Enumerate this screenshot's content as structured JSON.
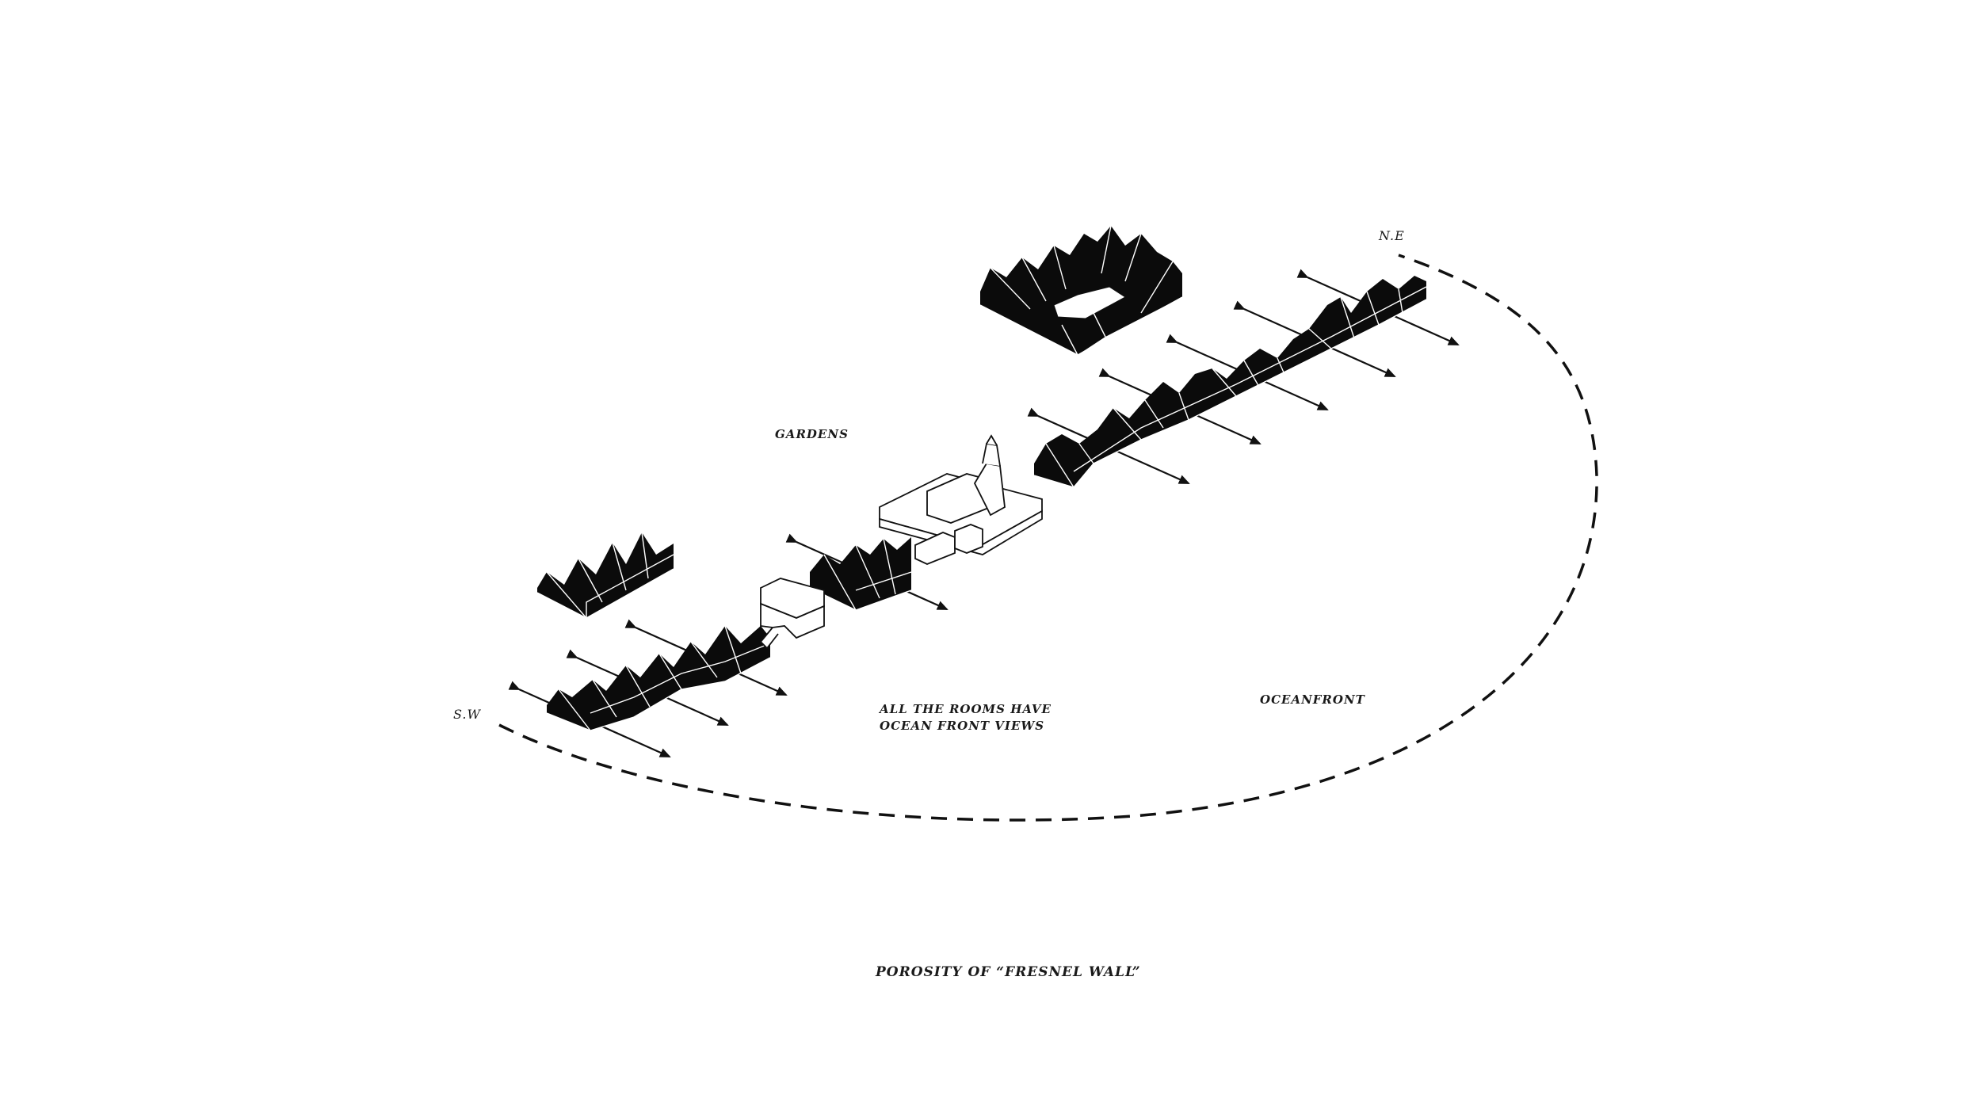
{
  "labels": {
    "gardens": "GARDENS",
    "rooms_line1": "ALL THE ROOMS HAVE",
    "rooms_line2": "OCEAN FRONT VIEWS",
    "oceanfront": "OCEANFRONT",
    "southwest": "S.W",
    "northeast": "N.E",
    "title": "POROSITY OF “FRESNEL WALL”"
  },
  "colors": {
    "wall": "#0b0b0b",
    "wall_lines": "#ffffff",
    "building": "#ffffff",
    "building_outline": "#111111",
    "arrow": "#111111",
    "orbit": "#111111"
  },
  "icons": {
    "orbit": "dashed-arc",
    "arrow": "double-headed-arrow"
  }
}
